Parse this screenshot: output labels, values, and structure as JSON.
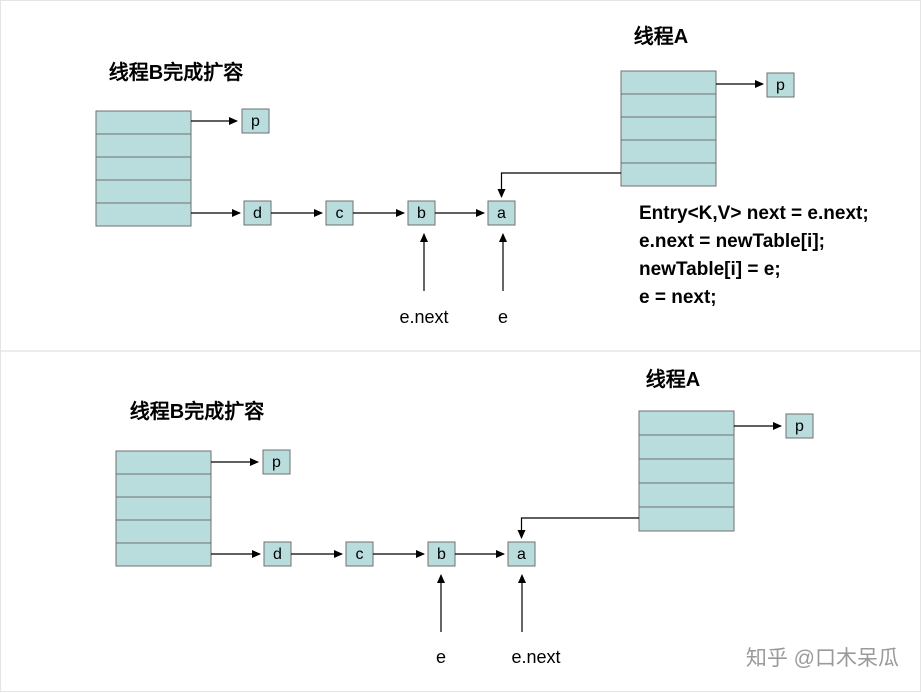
{
  "colors": {
    "cell_fill": "#b9dcdd",
    "cell_border": "#6f6f6f",
    "arrow": "#000000",
    "divider": "#d9d9d9",
    "watermark": "#9a9a9a"
  },
  "top": {
    "thread_b_label": "线程B完成扩容",
    "thread_a_label": "线程A",
    "left_head_label": "p",
    "right_head_label": "p",
    "nodes": [
      "d",
      "c",
      "b",
      "a"
    ],
    "pointer_under_b": "e.next",
    "pointer_under_a": "e",
    "code_lines": [
      "Entry<K,V> next = e.next;",
      "e.next = newTable[i];",
      "newTable[i] = e;",
      "e = next;"
    ]
  },
  "bottom": {
    "thread_b_label": "线程B完成扩容",
    "thread_a_label": "线程A",
    "left_head_label": "p",
    "right_head_label": "p",
    "nodes": [
      "d",
      "c",
      "b",
      "a"
    ],
    "pointer_under_b": "e",
    "pointer_under_a": "e.next"
  },
  "watermark": "知乎 @口木呆瓜"
}
